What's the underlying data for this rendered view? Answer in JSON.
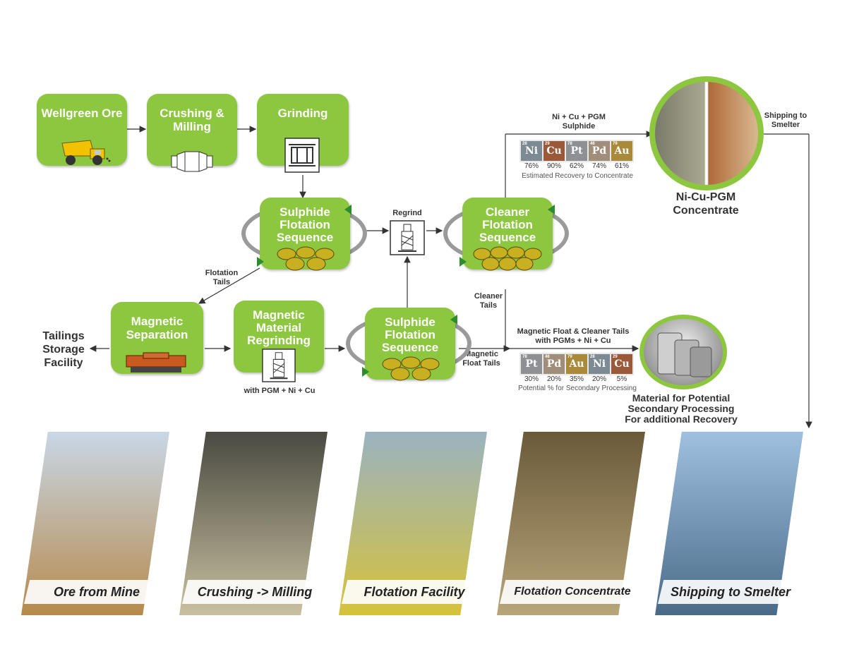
{
  "boxes": {
    "wellgreen_ore": "Wellgreen Ore",
    "crushing_milling": "Crushing & Milling",
    "grinding": "Grinding",
    "sulphide_flotation_top": "Sulphide Flotation Sequence",
    "cleaner_flotation": "Cleaner Flotation Sequence",
    "magnetic_separation": "Magnetic Separation",
    "magnetic_material_regrinding": "Magnetic Material Regrinding",
    "sulphide_flotation_bottom": "Sulphide Flotation Sequence"
  },
  "labels": {
    "regrind": "Regrind",
    "flotation_tails": "Flotation Tails",
    "cleaner_tails": "Cleaner Tails",
    "magnetic_float_tails": "Magnetic Float Tails",
    "with_pgm": "with PGM + Ni + Cu",
    "tailings_storage": "Tailings Storage Facility",
    "sulphide_route": "Ni + Cu + PGM Sulphide",
    "shipping_to_smelter": "Shipping to Smelter",
    "concentrate": "Ni-Cu-PGM Concentrate",
    "secondary_route": "Magnetic Float & Cleaner Tails with PGMs + Ni + Cu",
    "secondary_material": "Material for Potential Secondary Processing For additional Recovery",
    "estimated_recovery": "Estimated Recovery to Concentrate",
    "potential_secondary": "Potential % for Secondary Processing"
  },
  "recovery_table": [
    {
      "sym": "Ni",
      "z": "28",
      "pct": "76%",
      "color": "#7d8a93"
    },
    {
      "sym": "Cu",
      "z": "29",
      "pct": "90%",
      "color": "#9a5a3a"
    },
    {
      "sym": "Pt",
      "z": "78",
      "pct": "62%",
      "color": "#8e9094"
    },
    {
      "sym": "Pd",
      "z": "46",
      "pct": "74%",
      "color": "#a08e7a"
    },
    {
      "sym": "Au",
      "z": "79",
      "pct": "61%",
      "color": "#a88a3a"
    }
  ],
  "secondary_table": [
    {
      "sym": "Pt",
      "z": "78",
      "pct": "30%",
      "color": "#8e9094"
    },
    {
      "sym": "Pd",
      "z": "46",
      "pct": "20%",
      "color": "#a08e7a"
    },
    {
      "sym": "Au",
      "z": "79",
      "pct": "35%",
      "color": "#a88a3a"
    },
    {
      "sym": "Ni",
      "z": "28",
      "pct": "20%",
      "color": "#7d8a93"
    },
    {
      "sym": "Cu",
      "z": "29",
      "pct": "5%",
      "color": "#9a5a3a"
    }
  ],
  "photos": [
    {
      "caption": "Ore from Mine",
      "color_top": "#c9d7e6",
      "color_bottom": "#b58a4c"
    },
    {
      "caption": "Crushing -> Milling",
      "color_top": "#4a4a42",
      "color_bottom": "#c8c0a0"
    },
    {
      "caption": "Flotation Facility",
      "color_top": "#9ab3c0",
      "color_bottom": "#d6c23a"
    },
    {
      "caption": "Flotation Concentrate",
      "color_top": "#6b5a3a",
      "color_bottom": "#b8a57a"
    },
    {
      "caption": "Shipping to Smelter",
      "color_top": "#9fc0e0",
      "color_bottom": "#4a6a88"
    }
  ],
  "colors": {
    "accent": "#8dc63f",
    "line": "#333333"
  }
}
